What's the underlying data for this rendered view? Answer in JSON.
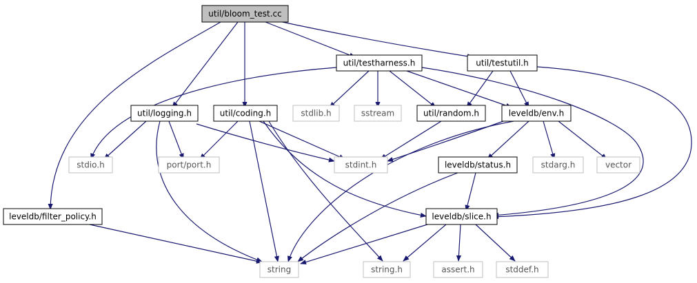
{
  "nodes": {
    "bloom_test": {
      "label": "util/bloom_test.cc",
      "type": "main"
    },
    "testharness": {
      "label": "util/testharness.h",
      "type": "local"
    },
    "testutil": {
      "label": "util/testutil.h",
      "type": "local"
    },
    "logging": {
      "label": "util/logging.h",
      "type": "local"
    },
    "coding": {
      "label": "util/coding.h",
      "type": "local"
    },
    "stdlib": {
      "label": "stdlib.h",
      "type": "external"
    },
    "sstream": {
      "label": "sstream",
      "type": "external"
    },
    "random": {
      "label": "util/random.h",
      "type": "local"
    },
    "env": {
      "label": "leveldb/env.h",
      "type": "local"
    },
    "stdio": {
      "label": "stdio.h",
      "type": "external"
    },
    "port": {
      "label": "port/port.h",
      "type": "external"
    },
    "stdint": {
      "label": "stdint.h",
      "type": "external"
    },
    "status": {
      "label": "leveldb/status.h",
      "type": "local"
    },
    "stdarg": {
      "label": "stdarg.h",
      "type": "external"
    },
    "vector": {
      "label": "vector",
      "type": "external"
    },
    "filter_policy": {
      "label": "leveldb/filter_policy.h",
      "type": "local"
    },
    "slice": {
      "label": "leveldb/slice.h",
      "type": "local"
    },
    "string": {
      "label": "string",
      "type": "external"
    },
    "string_h": {
      "label": "string.h",
      "type": "external"
    },
    "assert": {
      "label": "assert.h",
      "type": "external"
    },
    "stddef": {
      "label": "stddef.h",
      "type": "external"
    }
  },
  "edges": [
    [
      "bloom_test",
      "testharness"
    ],
    [
      "bloom_test",
      "testutil"
    ],
    [
      "bloom_test",
      "logging"
    ],
    [
      "bloom_test",
      "coding"
    ],
    [
      "bloom_test",
      "filter_policy"
    ],
    [
      "testharness",
      "stdio"
    ],
    [
      "testharness",
      "stdlib"
    ],
    [
      "testharness",
      "sstream"
    ],
    [
      "testharness",
      "random"
    ],
    [
      "testharness",
      "env"
    ],
    [
      "testharness",
      "slice"
    ],
    [
      "testutil",
      "random"
    ],
    [
      "testutil",
      "env"
    ],
    [
      "testutil",
      "slice"
    ],
    [
      "logging",
      "stdio"
    ],
    [
      "logging",
      "port"
    ],
    [
      "logging",
      "stdint"
    ],
    [
      "logging",
      "string"
    ],
    [
      "coding",
      "port"
    ],
    [
      "coding",
      "stdint"
    ],
    [
      "coding",
      "string"
    ],
    [
      "coding",
      "string_h"
    ],
    [
      "coding",
      "slice"
    ],
    [
      "random",
      "stdint"
    ],
    [
      "env",
      "stdint"
    ],
    [
      "env",
      "status"
    ],
    [
      "env",
      "stdarg"
    ],
    [
      "env",
      "vector"
    ],
    [
      "env",
      "string"
    ],
    [
      "status",
      "slice"
    ],
    [
      "status",
      "string"
    ],
    [
      "filter_policy",
      "string"
    ],
    [
      "slice",
      "string"
    ],
    [
      "slice",
      "string_h"
    ],
    [
      "slice",
      "assert"
    ],
    [
      "slice",
      "stddef"
    ]
  ],
  "colors": {
    "edge": "#191970",
    "main_fill": "#bfbfbf",
    "local_border": "#000000",
    "external_border": "#bfbfbf"
  }
}
